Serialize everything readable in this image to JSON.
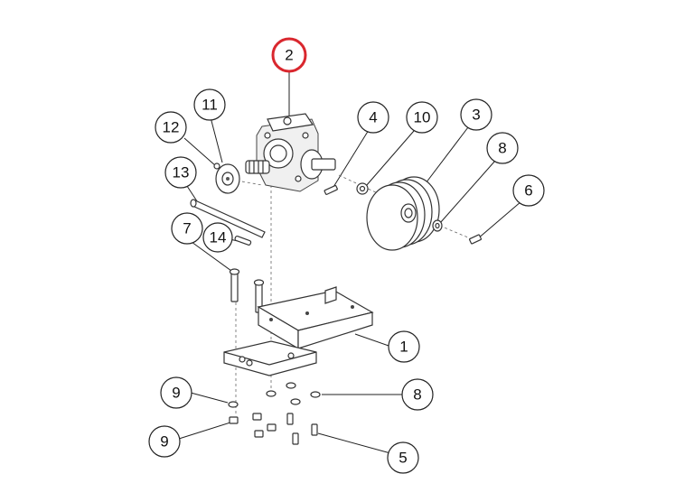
{
  "diagram": {
    "highlight_color": "#d9272e",
    "callouts": [
      {
        "id": "c2",
        "label": "2",
        "highlight": true
      },
      {
        "id": "c4",
        "label": "4"
      },
      {
        "id": "c10",
        "label": "10"
      },
      {
        "id": "c3",
        "label": "3"
      },
      {
        "id": "c8a",
        "label": "8"
      },
      {
        "id": "c6",
        "label": "6"
      },
      {
        "id": "c11",
        "label": "11"
      },
      {
        "id": "c12",
        "label": "12"
      },
      {
        "id": "c13",
        "label": "13"
      },
      {
        "id": "c7",
        "label": "7"
      },
      {
        "id": "c14",
        "label": "14"
      },
      {
        "id": "c1",
        "label": "1"
      },
      {
        "id": "c9a",
        "label": "9"
      },
      {
        "id": "c9b",
        "label": "9"
      },
      {
        "id": "c8b",
        "label": "8"
      },
      {
        "id": "c5",
        "label": "5"
      }
    ]
  }
}
